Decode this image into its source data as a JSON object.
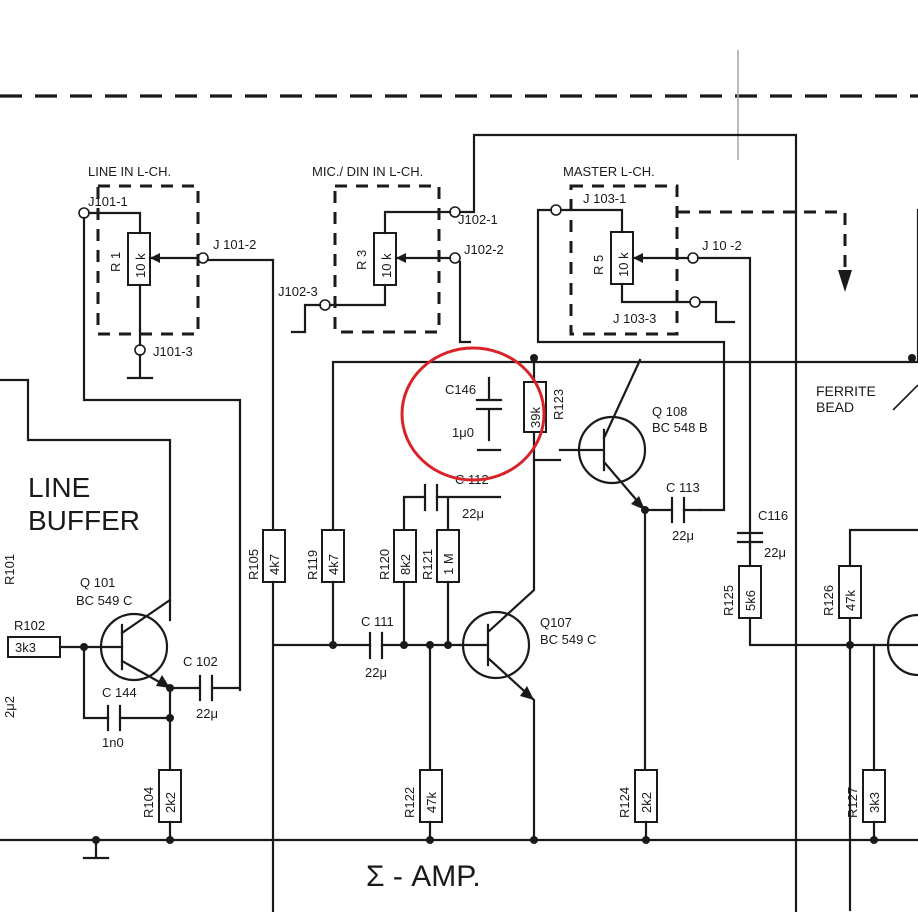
{
  "sections": {
    "line_in": "LINE IN  L-CH.",
    "mic_din_in": "MIC./ DIN IN  L-CH.",
    "master": "MASTER  L-CH.",
    "line_buffer_1": "LINE",
    "line_buffer_2": "BUFFER",
    "sum_amp": "Σ - AMP.",
    "ferrite_1": "FERRITE",
    "ferrite_2": "BEAD"
  },
  "jacks": {
    "j101_1": "J101-1",
    "j101_2": "J 101-2",
    "j101_3": "J101-3",
    "j102_1": "J102-1",
    "j102_2": "J102-2",
    "j102_3": "J102-3",
    "j103_1": "J 103-1",
    "j103_2": "J 10 -2",
    "j103_3": "J 103-3"
  },
  "resistors": {
    "r1": {
      "ref": "R 1",
      "value": "10 k"
    },
    "r3": {
      "ref": "R 3",
      "value": "10 k"
    },
    "r5": {
      "ref": "R 5",
      "value": "10 k"
    },
    "r101": {
      "ref": "R101",
      "value": ""
    },
    "r102": {
      "ref": "R102",
      "value": "3k3"
    },
    "r104": {
      "ref": "R104",
      "value": "2k2"
    },
    "r105": {
      "ref": "R105",
      "value": "4k7"
    },
    "r119": {
      "ref": "R119",
      "value": "4k7"
    },
    "r120": {
      "ref": "R120",
      "value": "8k2"
    },
    "r121": {
      "ref": "R121",
      "value": "1 M"
    },
    "r122": {
      "ref": "R122",
      "value": "47k"
    },
    "r123": {
      "ref": "R123",
      "value": "39k"
    },
    "r124": {
      "ref": "R124",
      "value": "2k2"
    },
    "r125": {
      "ref": "R125",
      "value": "5k6"
    },
    "r126": {
      "ref": "R126",
      "value": "47k"
    },
    "r127": {
      "ref": "R127",
      "value": "3k3"
    }
  },
  "capacitors": {
    "c102": {
      "ref": "C 102",
      "value": "22μ"
    },
    "c111": {
      "ref": "C 111",
      "value": "22μ"
    },
    "c112": {
      "ref": "C 112",
      "value": "22μ"
    },
    "c113": {
      "ref": "C 113",
      "value": "22μ"
    },
    "c116": {
      "ref": "C116",
      "value": "22μ"
    },
    "c144": {
      "ref": "C 144",
      "value": "1n0"
    },
    "c146": {
      "ref": "C146",
      "value": "1μ0"
    },
    "left_edge_value": "2μ2"
  },
  "transistors": {
    "q101": {
      "ref": "Q 101",
      "type": "BC 549 C"
    },
    "q107": {
      "ref": "Q107",
      "type": "BC 549 C"
    },
    "q108": {
      "ref": "Q 108",
      "type": "BC 548 B"
    }
  },
  "annotation": {
    "highlight_color": "#d8232a",
    "highlight_target": "C146"
  },
  "colors": {
    "ink": "#1a1a1a",
    "paper": "#ffffff"
  }
}
